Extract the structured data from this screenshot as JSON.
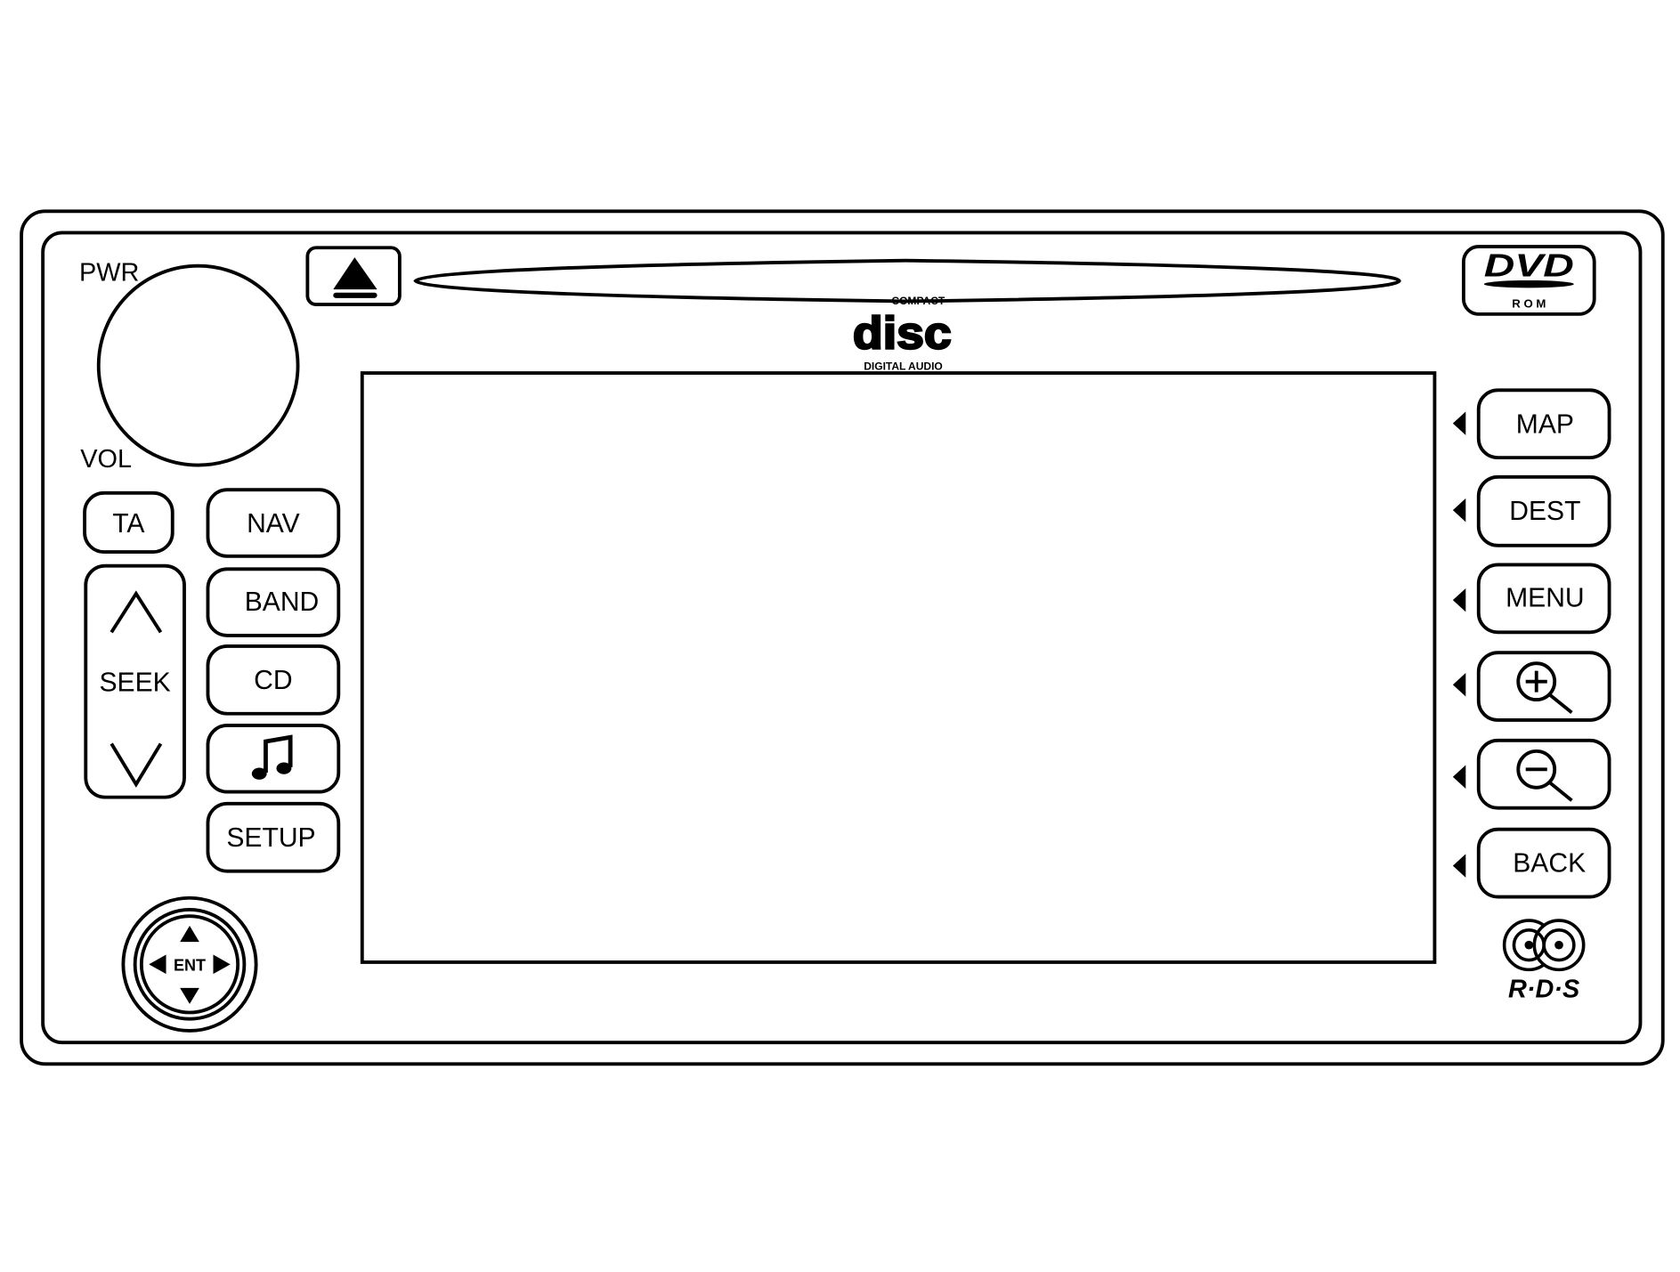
{
  "colors": {
    "stroke": "#000000",
    "background": "#ffffff"
  },
  "knob": {
    "top_label": "PWR",
    "bottom_label": "VOL"
  },
  "eject": {
    "icon": "eject-icon"
  },
  "logos": {
    "disc": {
      "top": "COMPACT",
      "main": "disc",
      "bottom": "DIGITAL AUDIO"
    },
    "dvd": {
      "main": "DVD",
      "sub": "R O M"
    },
    "rds": {
      "text": "R·D·S"
    }
  },
  "left_buttons": {
    "ta": "TA",
    "nav": "NAV",
    "band": "BAND",
    "cd": "CD",
    "music": {
      "icon": "music-note-icon"
    },
    "setup": "SETUP",
    "seek": {
      "label": "SEEK",
      "up_icon": "chevron-up-icon",
      "down_icon": "chevron-down-icon"
    }
  },
  "joystick": {
    "label": "ENT"
  },
  "right_buttons": {
    "map": "MAP",
    "dest": "DEST",
    "menu": "MENU",
    "zoom_in": {
      "icon": "zoom-in-icon"
    },
    "zoom_out": {
      "icon": "zoom-out-icon"
    },
    "back": "BACK"
  }
}
